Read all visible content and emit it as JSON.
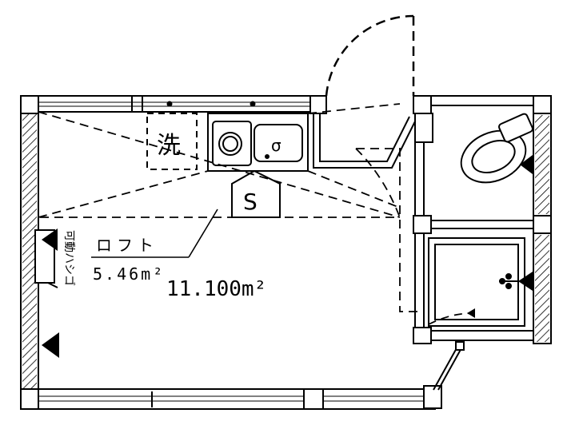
{
  "labels": {
    "washer": "洗",
    "shoebox": "S",
    "loft_name": "ロフト",
    "loft_area": "5.46m²",
    "main_area": "11.100m²",
    "ladder": "可動ハシゴ"
  },
  "colors": {
    "line": "#000000",
    "background": "#ffffff"
  }
}
